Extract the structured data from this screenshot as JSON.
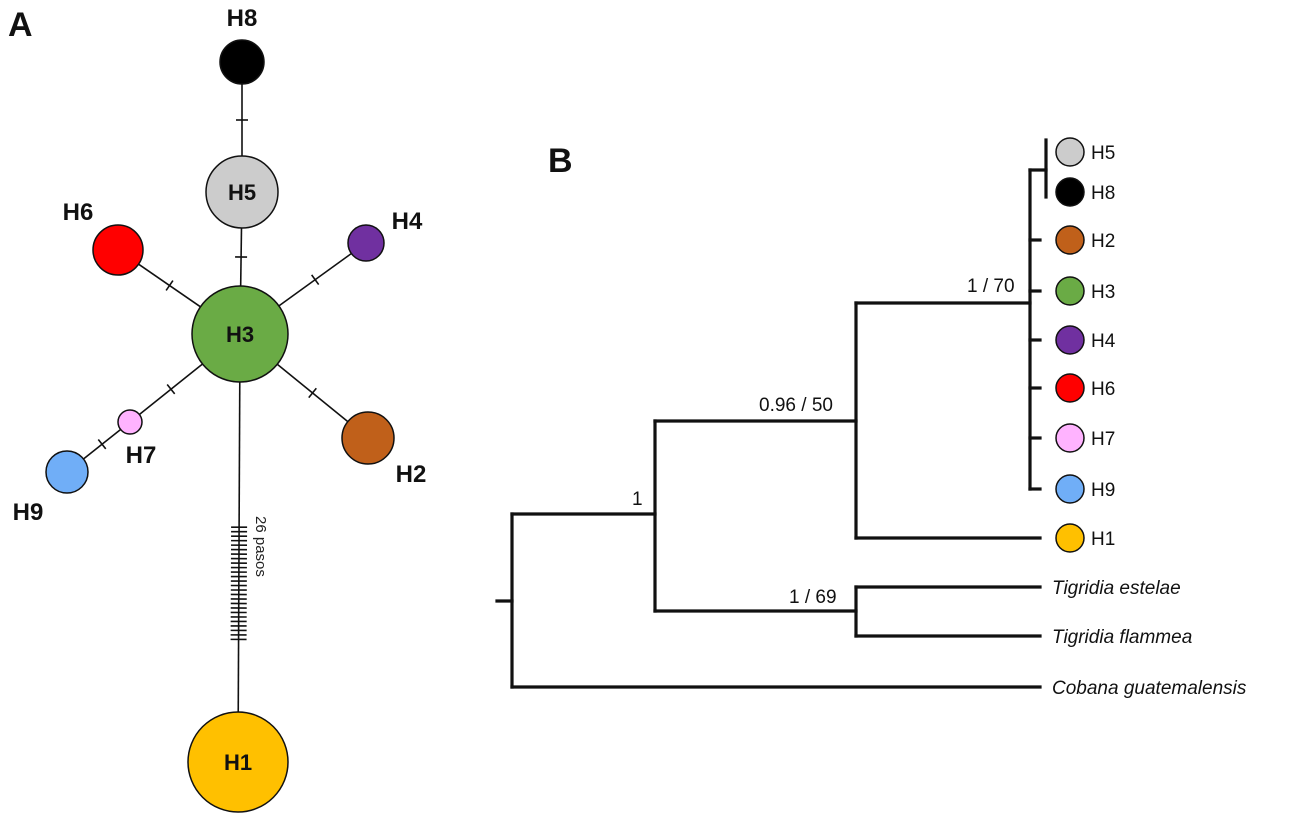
{
  "panels": {
    "a": {
      "letter": "A"
    },
    "b": {
      "letter": "B"
    }
  },
  "network": {
    "nodes": [
      {
        "id": "H8",
        "label": "H8",
        "color": "#000000",
        "label_inside": false
      },
      {
        "id": "H5",
        "label": "H5",
        "color": "#cccccc",
        "label_inside": true
      },
      {
        "id": "H3",
        "label": "H3",
        "color": "#6aab45",
        "label_inside": true
      },
      {
        "id": "H6",
        "label": "H6",
        "color": "#ff0000",
        "label_inside": false
      },
      {
        "id": "H4",
        "label": "H4",
        "color": "#7030a0",
        "label_inside": false
      },
      {
        "id": "H7",
        "label": "H7",
        "color": "#ffb3ff",
        "label_inside": false
      },
      {
        "id": "H9",
        "label": "H9",
        "color": "#70aef7",
        "label_inside": false
      },
      {
        "id": "H2",
        "label": "H2",
        "color": "#c0601a",
        "label_inside": false
      },
      {
        "id": "H1",
        "label": "H1",
        "color": "#ffc000",
        "label_inside": true
      }
    ],
    "edges": [
      {
        "from": "H8",
        "to": "H5",
        "mutations": 1
      },
      {
        "from": "H5",
        "to": "H3",
        "mutations": 1
      },
      {
        "from": "H6",
        "to": "H3",
        "mutations": 1
      },
      {
        "from": "H4",
        "to": "H3",
        "mutations": 1
      },
      {
        "from": "H7",
        "to": "H3",
        "mutations": 1
      },
      {
        "from": "H9",
        "to": "H7",
        "mutations": 1
      },
      {
        "from": "H2",
        "to": "H3",
        "mutations": 1
      },
      {
        "from": "H1",
        "to": "H3",
        "mutations": 26
      }
    ],
    "long_edge_label": "26 pasos"
  },
  "tree": {
    "support_values": {
      "root_ingroup": "1",
      "haplotype_group": "0.96 / 50",
      "h_clade": "1 / 70",
      "tigridia_pair": "1 / 69"
    },
    "tips": [
      {
        "id": "H5",
        "label": "H5",
        "color": "#cccccc"
      },
      {
        "id": "H8",
        "label": "H8",
        "color": "#000000"
      },
      {
        "id": "H2",
        "label": "H2",
        "color": "#c0601a"
      },
      {
        "id": "H3",
        "label": "H3",
        "color": "#6aab45"
      },
      {
        "id": "H4",
        "label": "H4",
        "color": "#7030a0"
      },
      {
        "id": "H6",
        "label": "H6",
        "color": "#ff0000"
      },
      {
        "id": "H7",
        "label": "H7",
        "color": "#ffb3ff"
      },
      {
        "id": "H9",
        "label": "H9",
        "color": "#70aef7"
      },
      {
        "id": "H1",
        "label": "H1",
        "color": "#ffc000"
      },
      {
        "id": "t_estelae",
        "label": "Tigridia estelae",
        "italic": true
      },
      {
        "id": "t_flammea",
        "label": "Tigridia flammea",
        "italic": true
      },
      {
        "id": "c_guatemalensis",
        "label": "Cobana guatemalensis",
        "italic": true
      }
    ]
  }
}
